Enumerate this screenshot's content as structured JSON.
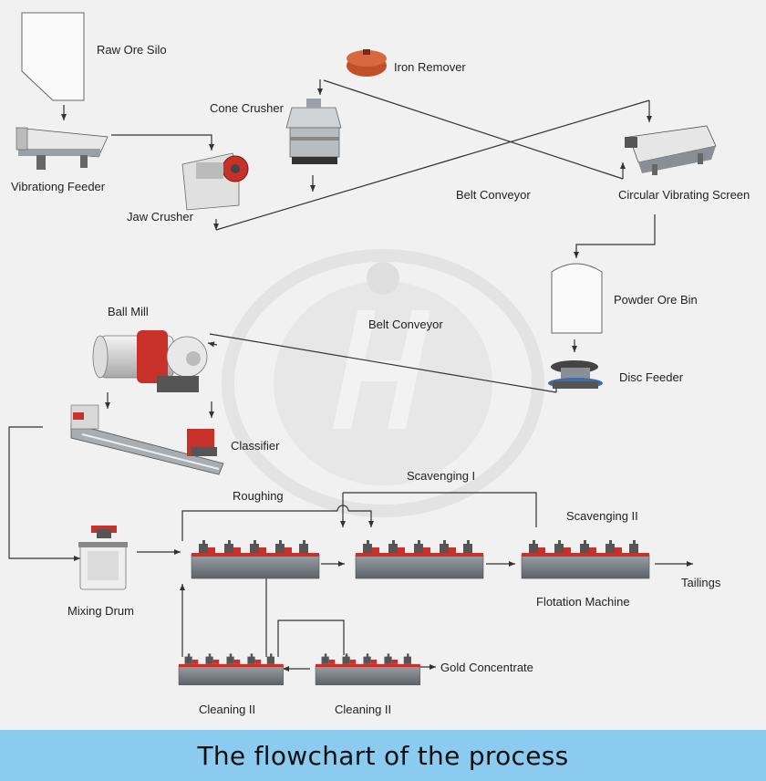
{
  "labels": {
    "raw_ore_silo": "Raw Ore Silo",
    "vibrating_feeder": "Vibrationg Feeder",
    "jaw_crusher": "Jaw Crusher",
    "cone_crusher": "Cone Crusher",
    "iron_remover": "Iron Remover",
    "belt_conveyor_top": "Belt Conveyor",
    "circular_vibrating_screen": "Circular Vibrating Screen",
    "powder_ore_bin": "Powder Ore Bin",
    "disc_feeder": "Disc Feeder",
    "ball_mill": "Ball Mill",
    "belt_conveyor_mid": "Belt Conveyor",
    "classifier": "Classifier",
    "roughing": "Roughing",
    "scavenging_1": "Scavenging I",
    "scavenging_2": "Scavenging II",
    "mixing_drum": "Mixing Drum",
    "flotation_machine": "Flotation Machine",
    "tailings": "Tailings",
    "gold_concentrate": "Gold Concentrate",
    "cleaning_left": "Cleaning II",
    "cleaning_right": "Cleaning II"
  },
  "footer": {
    "title": "The flowchart of the process"
  },
  "colors": {
    "footer_bg": "#8ccbf0",
    "machine_red": "#c8302a",
    "machine_grey": "#8a8f96",
    "iron_remover": "#c0502a",
    "watermark": "#dedede"
  },
  "icons": [
    "silo-icon",
    "vibrating-feeder-icon",
    "jaw-crusher-icon",
    "cone-crusher-icon",
    "iron-remover-icon",
    "vibrating-screen-icon",
    "ore-bin-icon",
    "disc-feeder-icon",
    "ball-mill-icon",
    "classifier-icon",
    "mixing-drum-icon",
    "flotation-cell-icon"
  ]
}
